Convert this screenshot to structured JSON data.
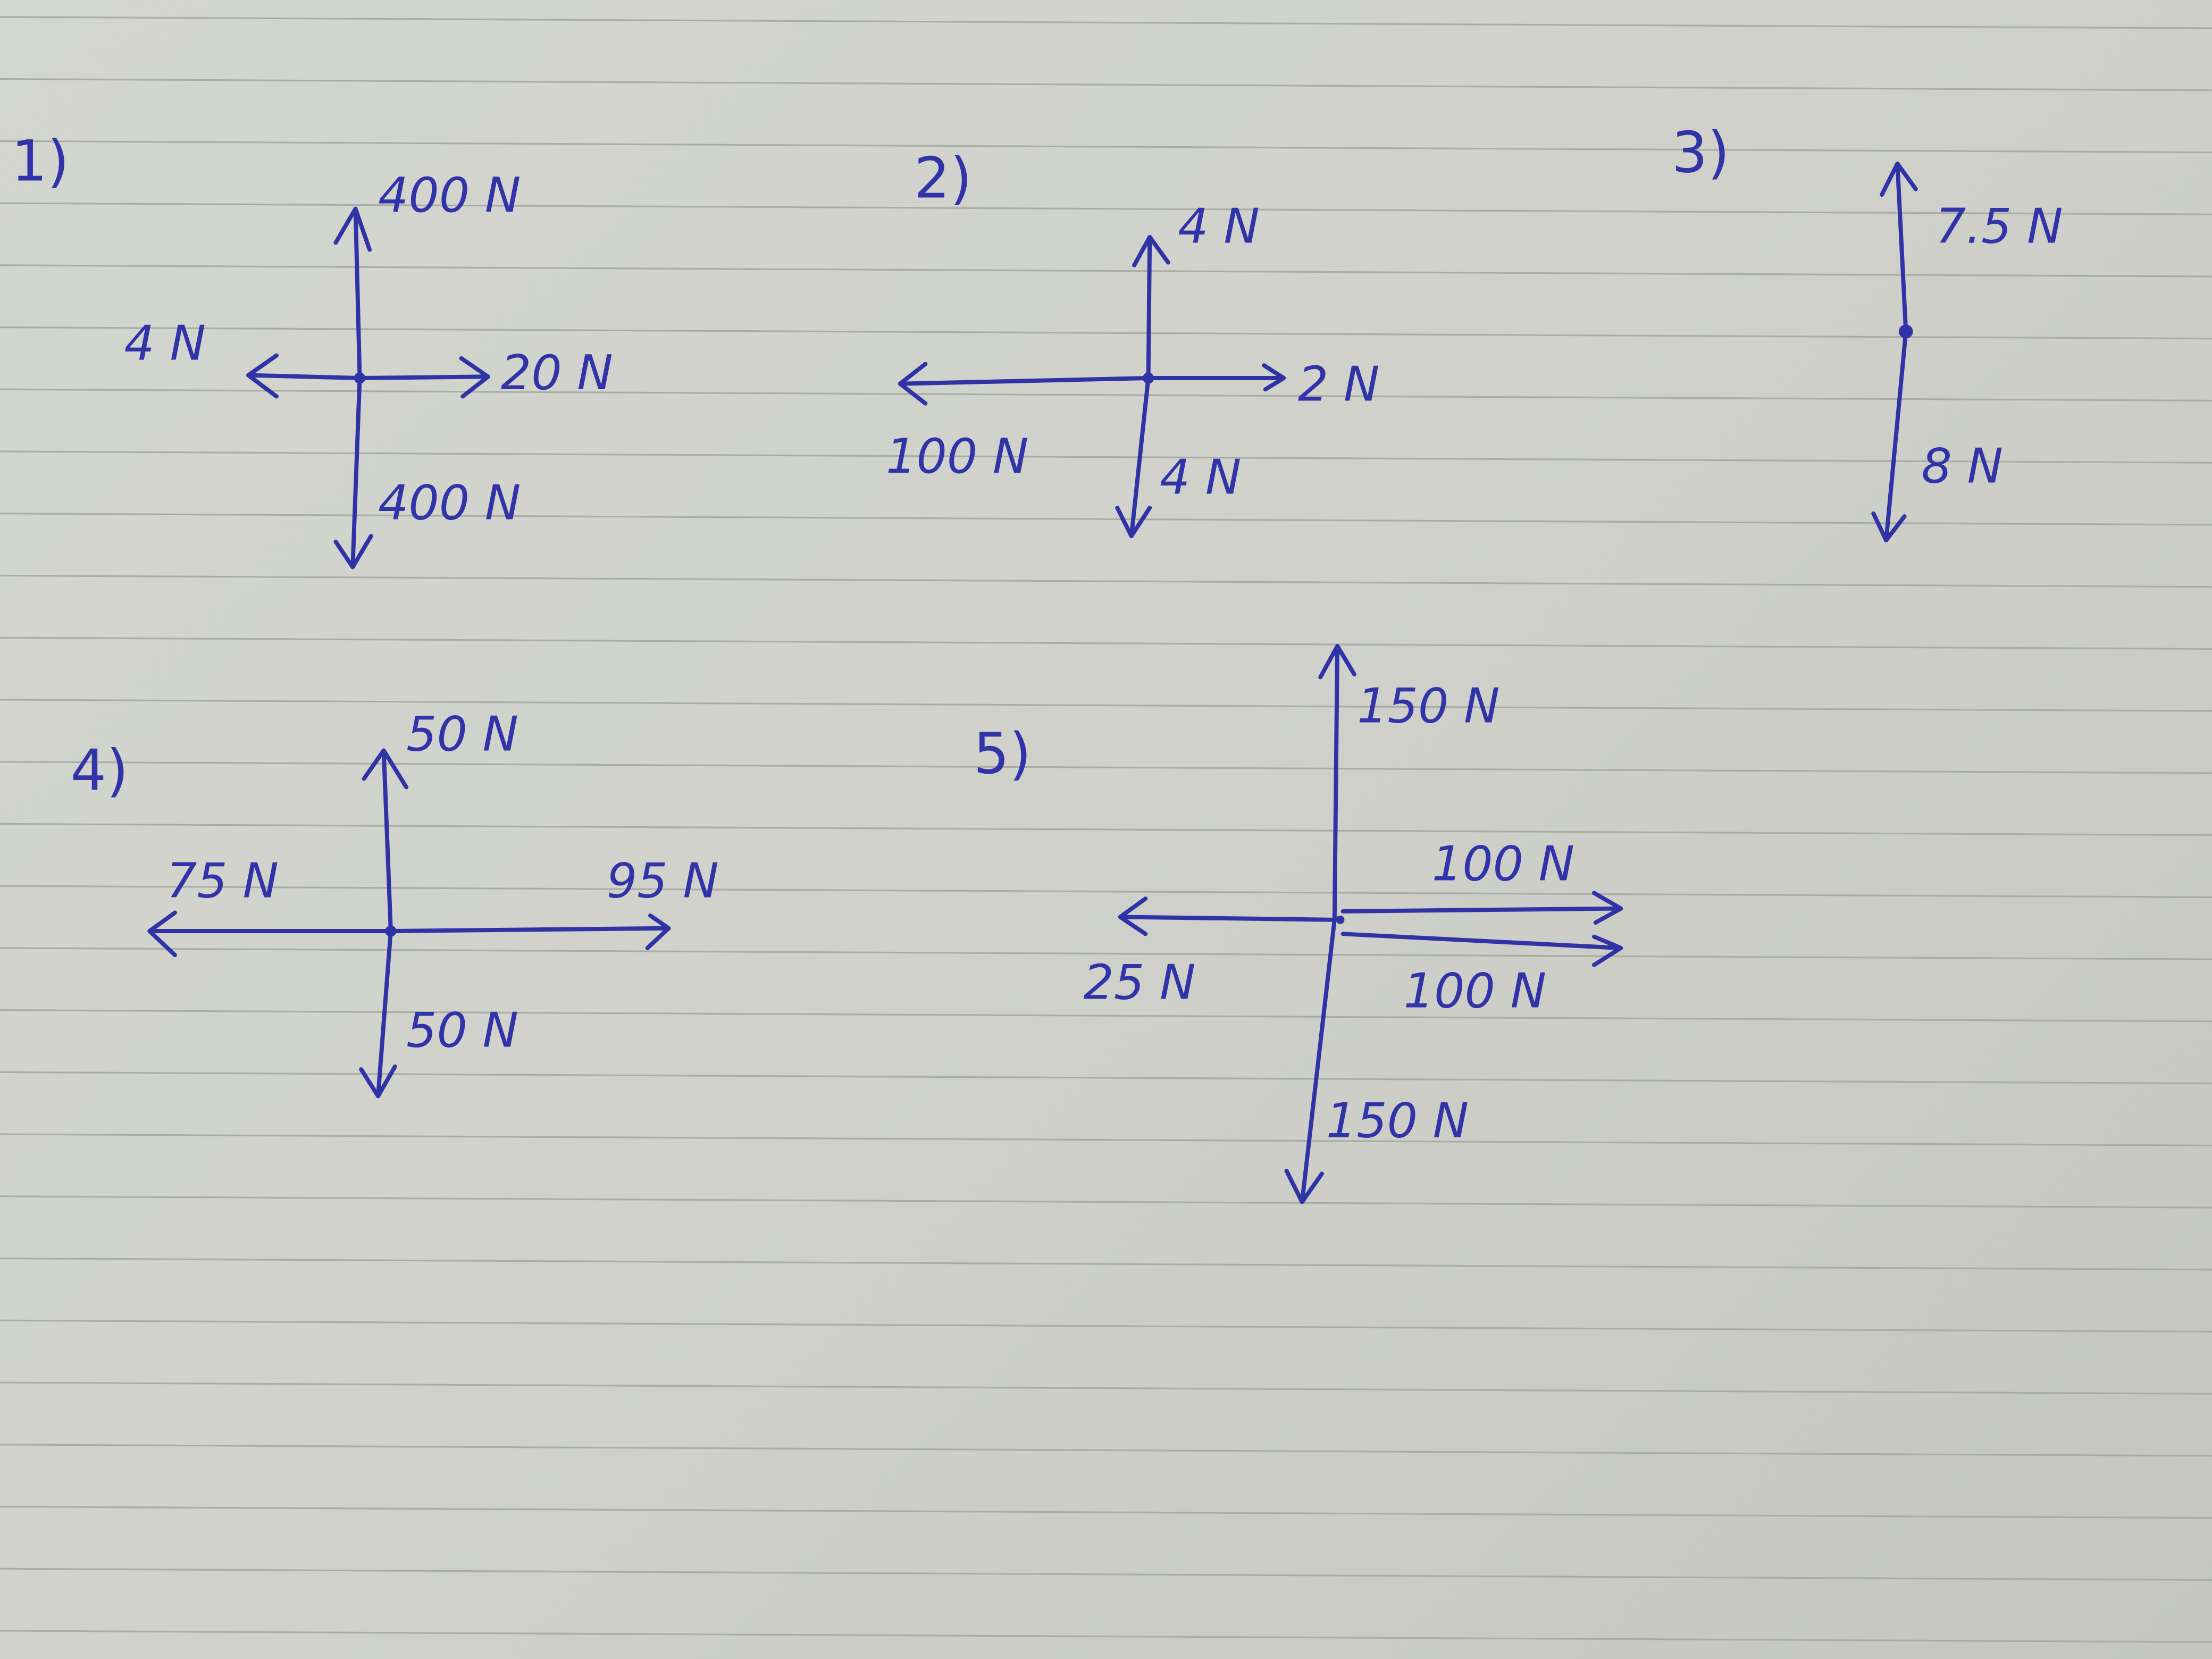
{
  "diagrams": [
    {
      "number": "1)",
      "up": "400 N",
      "left": "4 N",
      "right": "20 N",
      "down": "400 N"
    },
    {
      "number": "2)",
      "up": "4 N",
      "left": "100 N",
      "right": "2 N",
      "down": "4 N"
    },
    {
      "number": "3)",
      "up": "7.5 N",
      "down": "8 N"
    },
    {
      "number": "4)",
      "up": "50 N",
      "left": "75 N",
      "right": "95 N",
      "down": "50 N"
    },
    {
      "number": "5)",
      "up": "150 N",
      "left": "25 N",
      "right_top": "100 N",
      "right_bottom": "100 N",
      "down": "150 N"
    }
  ],
  "colors": {
    "ink": "#2f33a6",
    "paper": "#d0d2cb",
    "rule": "#a9ada6"
  }
}
